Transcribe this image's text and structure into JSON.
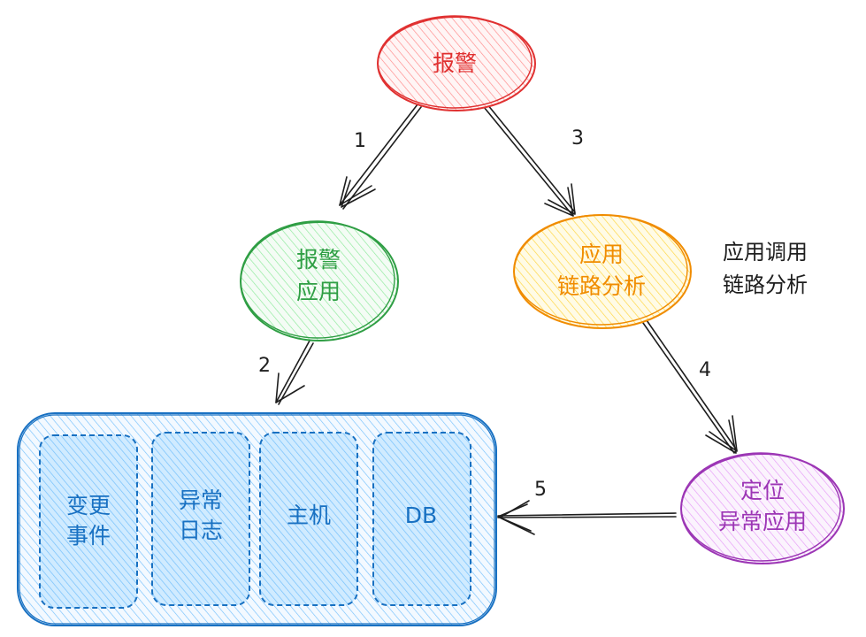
{
  "colors": {
    "red": "#e03131",
    "red_fill": "#ffc9c9",
    "green": "#2f9e44",
    "green_fill": "#b2f2bb",
    "orange": "#f08c00",
    "orange_fill": "#ffec99",
    "purple": "#9c36b5",
    "purple_fill": "#eebefa",
    "blue": "#1971c2",
    "blue_fill": "#a5d8ff",
    "stroke": "#1e1e1e"
  },
  "nodes": {
    "alert": {
      "line1": "报警"
    },
    "alert_app": {
      "line1": "报警",
      "line2": "应用"
    },
    "trace": {
      "line1": "应用",
      "line2": "链路分析"
    },
    "locate": {
      "line1": "定位",
      "line2": "异常应用"
    }
  },
  "note": {
    "line1": "应用调用",
    "line2": "链路分析"
  },
  "resources": {
    "cards": [
      {
        "line1": "变更",
        "line2": "事件"
      },
      {
        "line1": "异常",
        "line2": "日志"
      },
      {
        "line1": "主机"
      },
      {
        "line1": "DB"
      }
    ]
  },
  "steps": [
    "1",
    "2",
    "3",
    "4",
    "5"
  ]
}
